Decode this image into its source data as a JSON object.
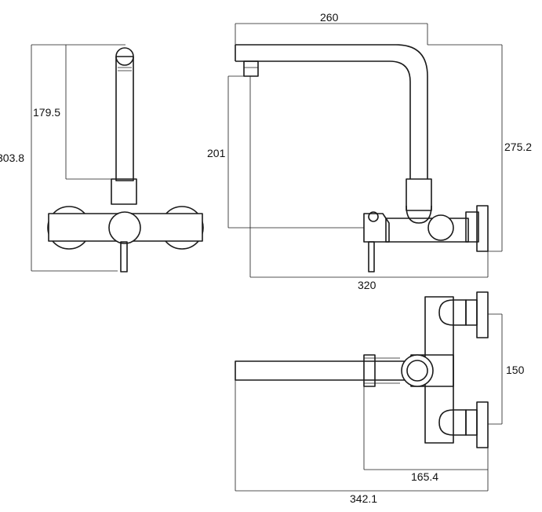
{
  "dimensions": {
    "front_total_height": "303.8",
    "front_spout_height": "179.5",
    "side_spout_length": "260",
    "side_total_height": "275.2",
    "side_outlet_height": "201",
    "side_total_depth": "320",
    "top_handle_spacing": "150",
    "top_body_depth": "165.4",
    "top_total_length": "342.1"
  }
}
